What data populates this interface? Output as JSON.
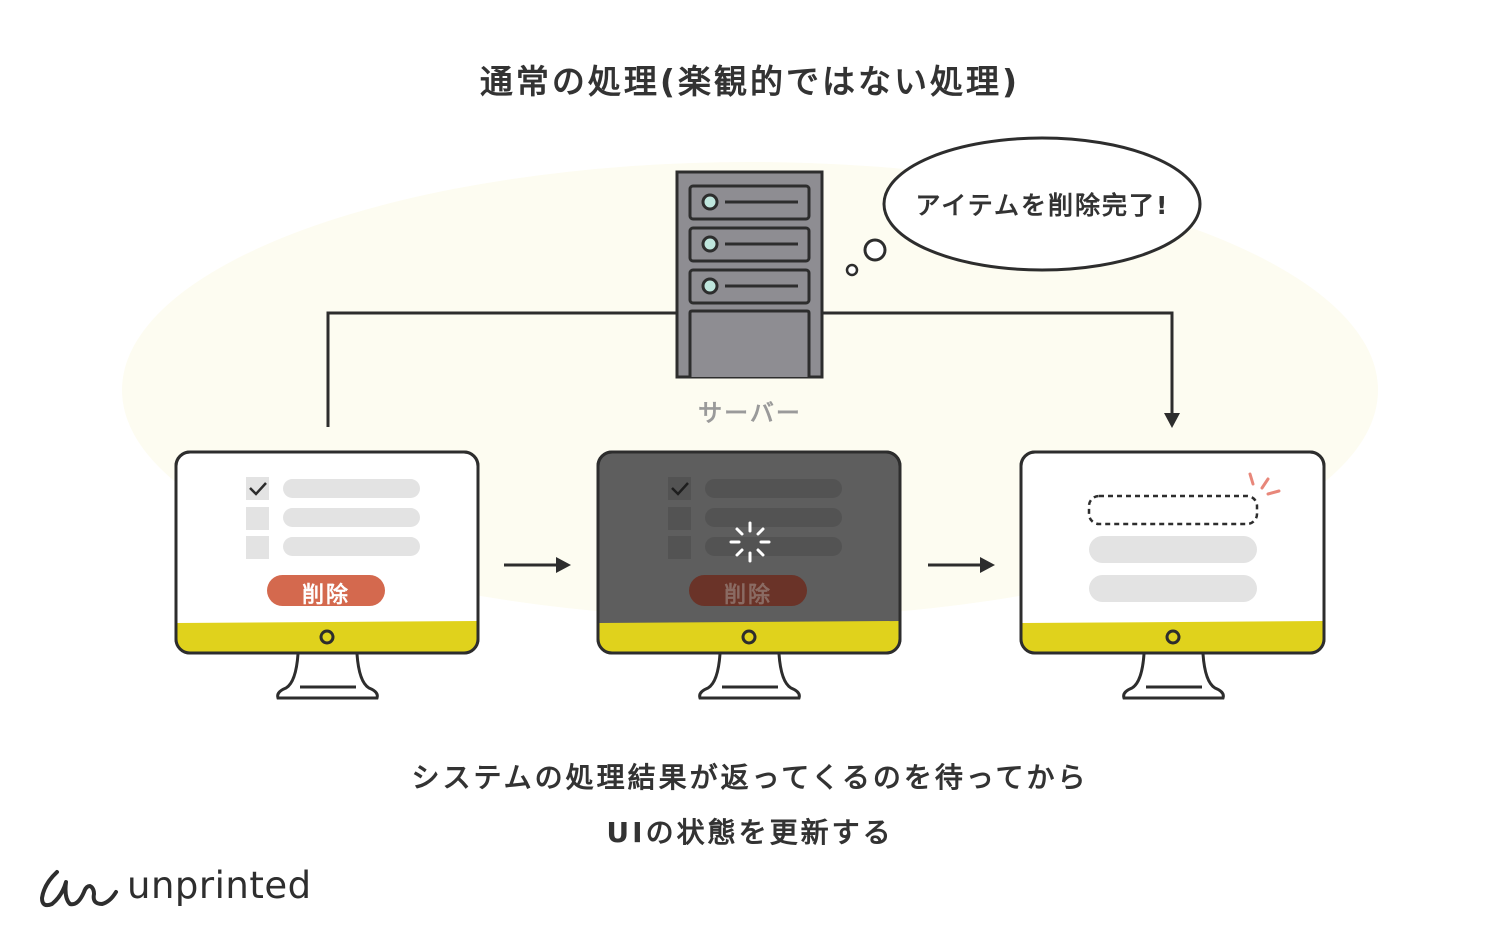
{
  "title": "通常の処理(楽観的ではない処理)",
  "server": {
    "label": "サーバー",
    "speech_bubble": "アイテムを削除完了!"
  },
  "screens": [
    {
      "state": "before",
      "list_items": [
        {
          "checked": true
        },
        {
          "checked": false
        },
        {
          "checked": false
        }
      ],
      "button_label": "削除"
    },
    {
      "state": "loading",
      "list_items": [
        {
          "checked": true
        },
        {
          "checked": false
        },
        {
          "checked": false
        }
      ],
      "button_label": "削除",
      "overlay": "spinner"
    },
    {
      "state": "after",
      "list_items": [
        {
          "removed": true
        },
        {
          "removed": false
        },
        {
          "removed": false
        }
      ]
    }
  ],
  "caption": {
    "line1": "システムの処理結果が返ってくるのを待ってから",
    "line2": "UIの状態を更新する"
  },
  "logo": {
    "text": "unprinted"
  },
  "colors": {
    "background_ellipse": "#fdfcf1",
    "outline": "#2d2d2d",
    "monitor_bezel": "#e0d21c",
    "delete_button": "#d4694e",
    "delete_button_dimmed": "#6a3328",
    "server_body": "#8e8d92",
    "server_led": "#bfe6dd",
    "placeholder_bar": "#e3e3e3",
    "dim_screen": "#5e5e5e",
    "sparkle": "#e8877a",
    "server_label": "#9a9a9a"
  }
}
